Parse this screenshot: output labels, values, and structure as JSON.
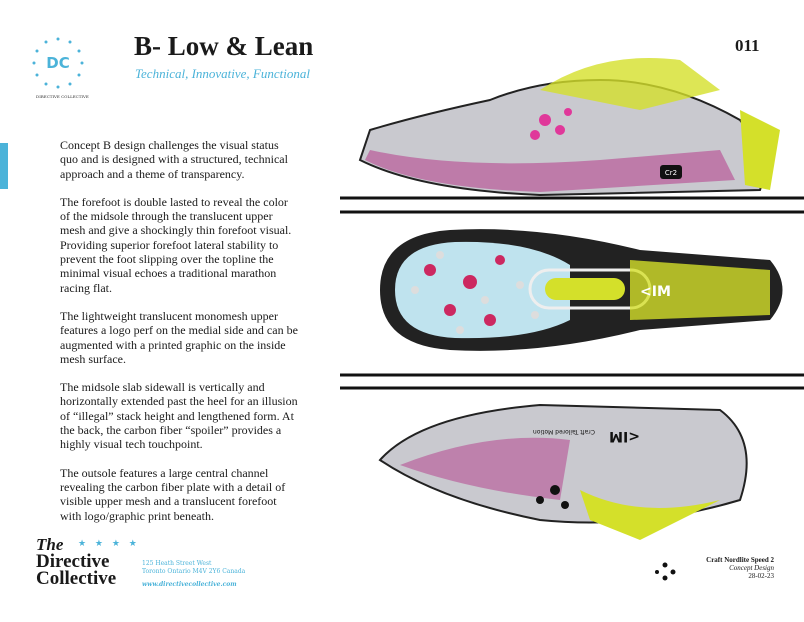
{
  "header": {
    "title": "B- Low & Lean",
    "subtitle": "Technical, Innovative, Functional",
    "page_number": "011",
    "logo_text": "DC",
    "logo_caption": "DIRECTIVE COLLECTIVE"
  },
  "body": {
    "paragraphs": [
      "Concept B design challenges the visual status quo and is designed with a structured, technical approach and a theme of transparency.",
      "The forefoot is double lasted to reveal the color of the midsole through the translucent upper mesh and give a shockingly thin forefoot visual. Providing superior forefoot lateral stability to prevent the foot slipping over the topline the minimal visual echoes a traditional marathon racing flat.",
      "The lightweight translucent monomesh upper features a logo perf on the medial side and can be augmented with a printed graphic on the inside mesh surface.",
      "The midsole slab sidewall is vertically and horizontally extended past the heel for an illusion of “illegal” stack height and lengthened form. At the back, the carbon fiber “spoiler” provides a highly visual tech touchpoint.",
      "The outsole features a large central channel revealing the carbon fiber plate with a detail of visible upper mesh and a translucent forefoot with logo/graphic print beneath."
    ]
  },
  "footer": {
    "brand_line1": "The",
    "brand_line2": "Directive",
    "brand_line3": "Collective",
    "stars": "★ ★ ★ ★",
    "address_line1": "125 Heath Street West",
    "address_line2": "Toronto Ontario M4V 2Y6 Canada",
    "website": "www.directivecollective.com"
  },
  "caption": {
    "name": "Craft Nordlite Speed 2",
    "type": "Concept Design",
    "date": "28-02-23"
  },
  "sketch": {
    "badge": "Cr2",
    "logo": "<IM",
    "logo_text": "Craft Tailored Motion"
  },
  "colors": {
    "accent": "#4bb3d9",
    "lime": "#d4e02a",
    "magenta": "#e0389a"
  }
}
